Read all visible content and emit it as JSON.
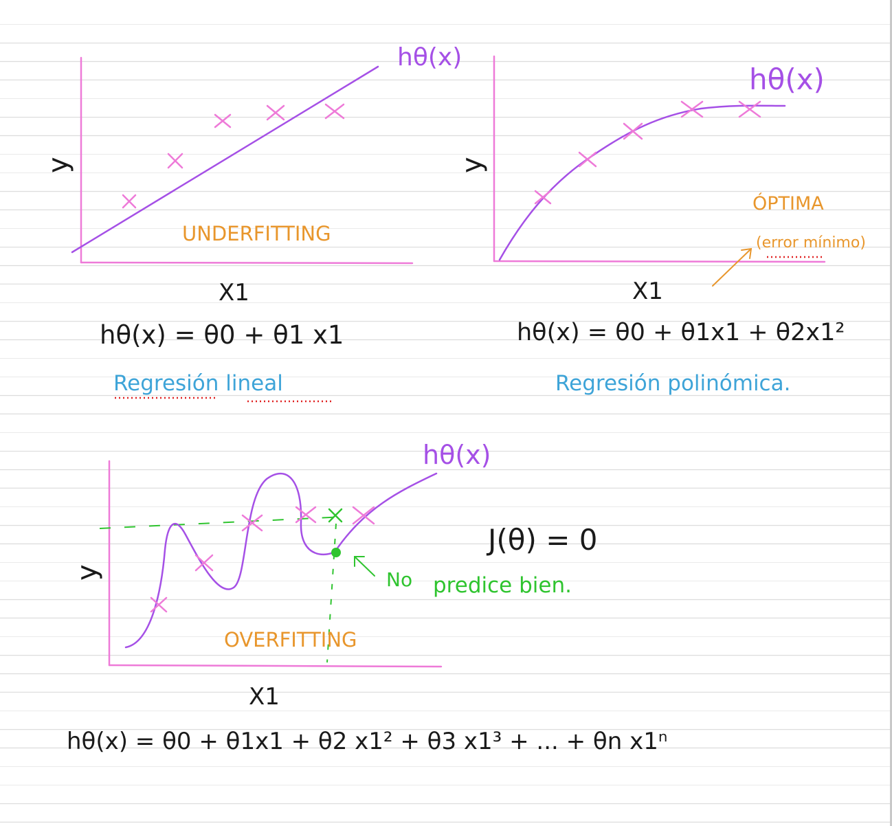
{
  "colors": {
    "axis": "#ee7ad8",
    "cross": "#ee7ad8",
    "curve": "#a550e6",
    "label_orange": "#e8962c",
    "formula_black": "#1a1a1a",
    "label_blue": "#3ea4d8",
    "annotation_green": "#2fc42f",
    "spellcheck_red": "#e02020"
  },
  "panels": {
    "underfitting": {
      "curve_label": "hθ(x)",
      "y_label": "y",
      "x_label": "X1",
      "fit_label": "UNDERFITTING",
      "formula": "hθ(x) = θ0 + θ1 x1",
      "model_name": "Regresión lineal"
    },
    "optimal": {
      "curve_label": "hθ(x)",
      "y_label": "y",
      "x_label": "X1",
      "fit_label": "ÓPTIMA",
      "fit_note": "(error mínimo)",
      "formula": "hθ(x) = θ0 + θ1x1 + θ2x1²",
      "model_name": "Regresión polinómica."
    },
    "overfitting": {
      "curve_label": "hθ(x)",
      "y_label": "y",
      "x_label": "X1",
      "fit_label": "OVERFITTING",
      "cost": "J(θ) = 0",
      "note_prefix": "No",
      "note_rest": "predice bien.",
      "formula": "hθ(x) = θ0 + θ1x1 + θ2 x1² + θ3 x1³ + ... + θn x1ⁿ"
    }
  }
}
